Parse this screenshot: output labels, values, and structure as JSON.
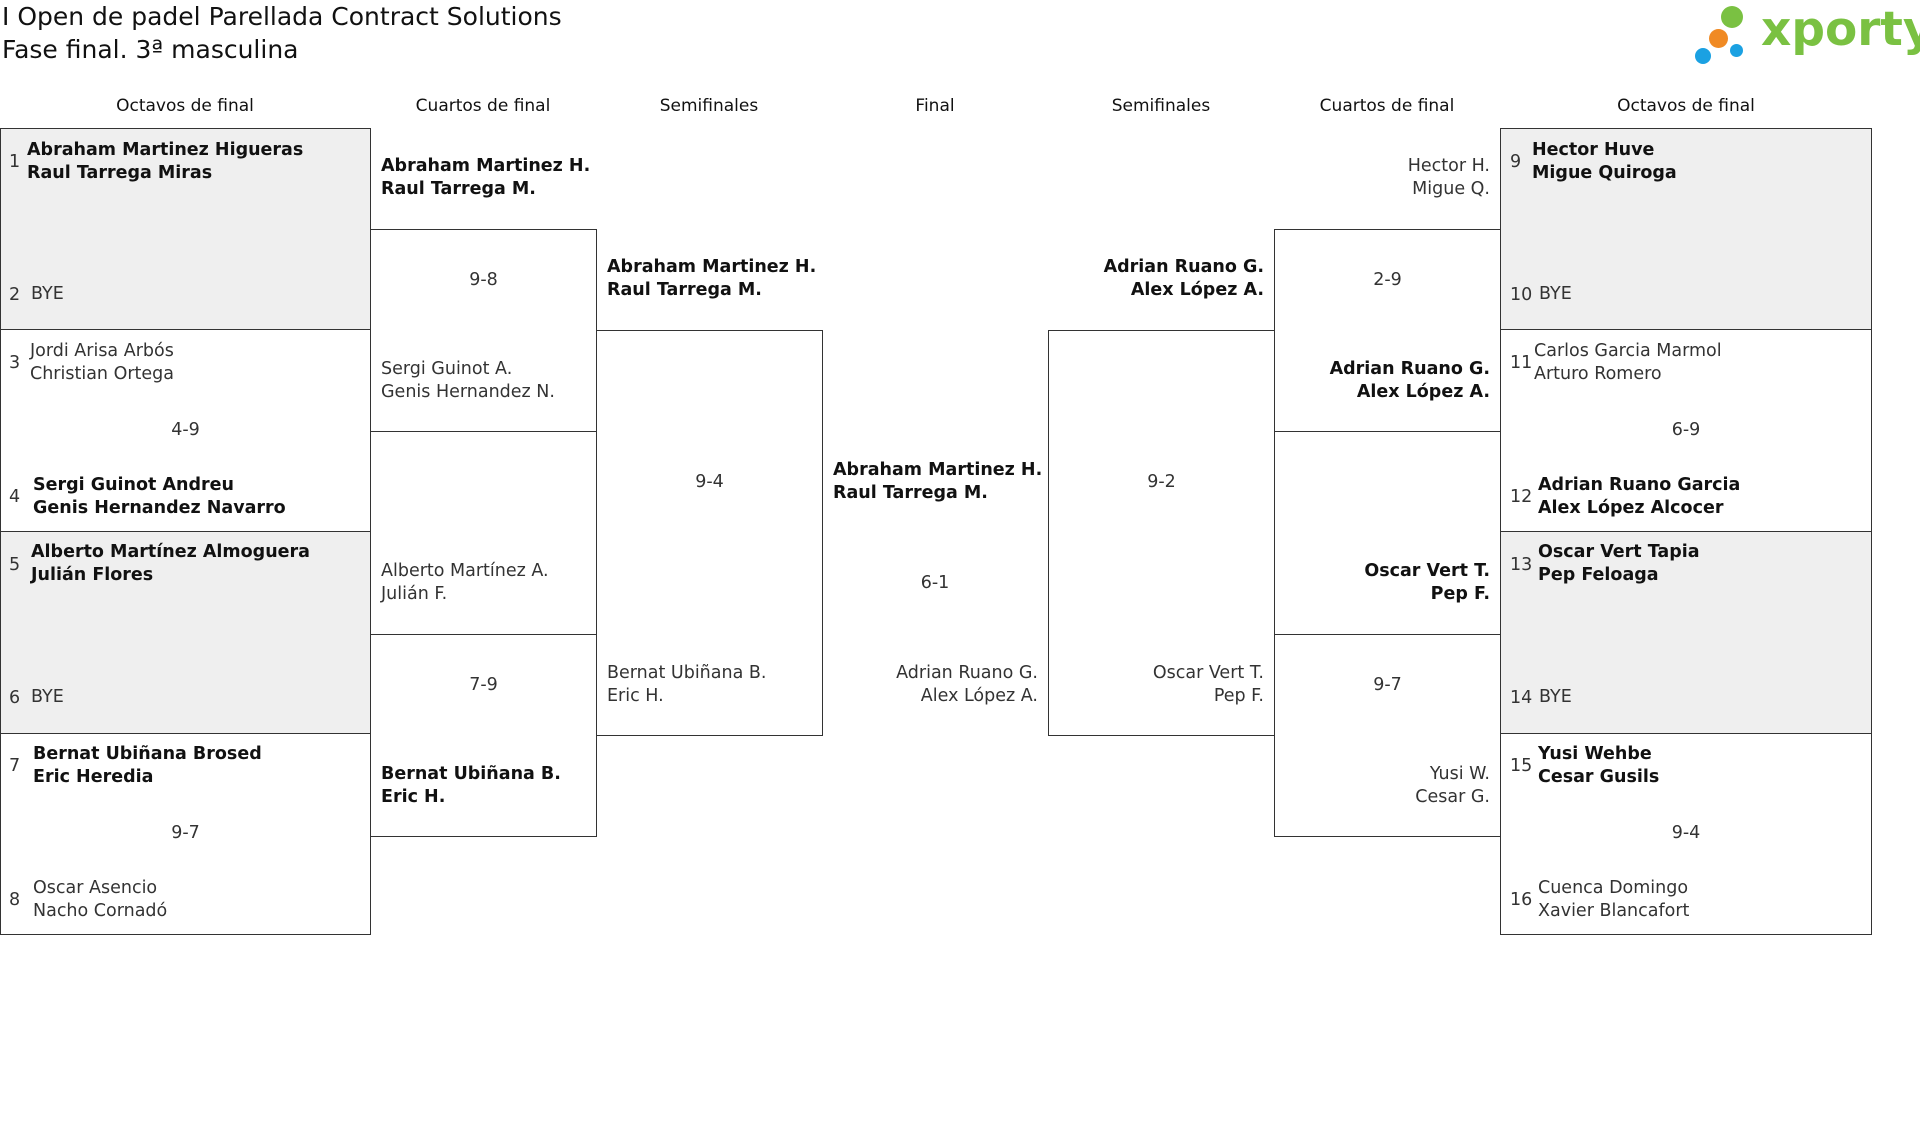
{
  "header": {
    "title_line1": "I Open de padel Parellada Contract Solutions",
    "title_line2": "Fase final. 3ª masculina",
    "logo_text": "xporty",
    "logo_colors": [
      "#7ac142",
      "#f08a24",
      "#1ba1e2"
    ]
  },
  "rounds": {
    "left_r16": "Octavos de final",
    "left_qf": "Cuartos de final",
    "left_sf": "Semifinales",
    "final": "Final",
    "right_sf": "Semifinales",
    "right_qf": "Cuartos de final",
    "right_r16": "Octavos de final"
  },
  "r16": [
    {
      "seed": "1",
      "p1": "Abraham Martinez Higueras",
      "p2": "Raul Tarrega Miras"
    },
    {
      "seed": "2",
      "p1": "BYE",
      "p2": ""
    },
    {
      "seed": "3",
      "p1": "Jordi Arisa Arbós",
      "p2": "Christian Ortega"
    },
    {
      "seed": "4",
      "p1": "Sergi Guinot Andreu",
      "p2": "Genis Hernandez Navarro"
    },
    {
      "seed": "5",
      "p1": "Alberto Martínez Almoguera",
      "p2": "Julián Flores"
    },
    {
      "seed": "6",
      "p1": "BYE",
      "p2": ""
    },
    {
      "seed": "7",
      "p1": "Bernat Ubiñana Brosed",
      "p2": "Eric Heredia"
    },
    {
      "seed": "8",
      "p1": "Oscar Asencio",
      "p2": "Nacho Cornadó"
    },
    {
      "seed": "9",
      "p1": "Hector Huve",
      "p2": "Migue Quiroga"
    },
    {
      "seed": "10",
      "p1": "BYE",
      "p2": ""
    },
    {
      "seed": "11",
      "p1": "Carlos Garcia Marmol",
      "p2": "Arturo Romero"
    },
    {
      "seed": "12",
      "p1": "Adrian Ruano Garcia",
      "p2": "Alex López Alcocer"
    },
    {
      "seed": "13",
      "p1": "Oscar Vert Tapia",
      "p2": "Pep Feloaga"
    },
    {
      "seed": "14",
      "p1": "BYE",
      "p2": ""
    },
    {
      "seed": "15",
      "p1": "Yusi Wehbe",
      "p2": "Cesar Gusils"
    },
    {
      "seed": "16",
      "p1": "Cuenca Domingo",
      "p2": "Xavier Blancafort"
    }
  ],
  "r16_scores": [
    "4-9",
    "9-7",
    "6-9",
    "9-4"
  ],
  "qf": [
    {
      "p1": "Abraham Martinez H.",
      "p2": "Raul Tarrega M."
    },
    {
      "p1": "Sergi Guinot A.",
      "p2": "Genis Hernandez N."
    },
    {
      "p1": "Alberto Martínez A.",
      "p2": "Julián F."
    },
    {
      "p1": "Bernat Ubiñana B.",
      "p2": "Eric H."
    },
    {
      "p1": "Hector H.",
      "p2": "Migue Q."
    },
    {
      "p1": "Adrian Ruano G.",
      "p2": "Alex López A."
    },
    {
      "p1": "Oscar Vert T.",
      "p2": "Pep F."
    },
    {
      "p1": "Yusi W.",
      "p2": "Cesar G."
    }
  ],
  "qf_scores": [
    "9-8",
    "7-9",
    "2-9",
    "9-7"
  ],
  "sf": [
    {
      "p1": "Abraham Martinez H.",
      "p2": "Raul Tarrega M."
    },
    {
      "p1": "Bernat Ubiñana B.",
      "p2": "Eric H."
    },
    {
      "p1": "Adrian Ruano G.",
      "p2": "Alex López A."
    },
    {
      "p1": "Oscar Vert T.",
      "p2": "Pep F."
    }
  ],
  "sf_scores": [
    "9-4",
    "9-2"
  ],
  "final": {
    "p1": "Abraham Martinez H.",
    "p2": "Raul Tarrega M.",
    "p3": "Adrian Ruano G.",
    "p4": "Alex López A.",
    "score": "6-1"
  }
}
